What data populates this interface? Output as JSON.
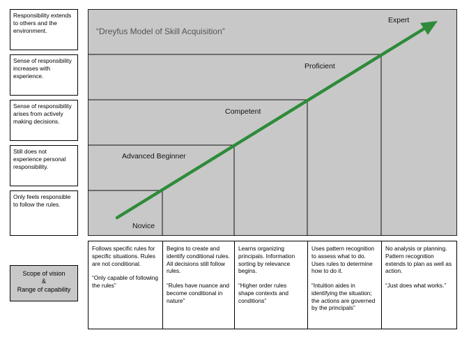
{
  "title": "“Dreyfus Model of Skill Acquisition”",
  "left_labels": [
    "Responsibility extends to others and the environment.",
    "Sense of responsibility increases with experience.",
    "Sense of responsibility arises from actively making decisions.",
    "Still does not experience personal responsibility.",
    "Only feels responsible to follow the rules."
  ],
  "stages": [
    "Novice",
    "Advanced Beginner",
    "Competent",
    "Proficient",
    "Expert"
  ],
  "scope": {
    "line1": "Scope of vision",
    "line2": "&",
    "line3": "Range of capability"
  },
  "descriptions": [
    {
      "text": "Follows specific rules for specific situations. Rules are not conditional.",
      "quote": "“Only capable of following the rules”"
    },
    {
      "text": "Begins to create and identify conditional rules. All decisions still follow rules.",
      "quote": "“Rules have nuance and become conditional in nature”"
    },
    {
      "text": "Learns organizing principals. Information sorting by relevance begins.",
      "quote": "“Higher order rules shape contexts and conditions”"
    },
    {
      "text": "Uses pattern recognition to assess what to do. Uses rules to determine how to do it.",
      "quote": "“Intuition aides in identifying the situation; the actions are governed by the principals”"
    },
    {
      "text": "No analysis or planning. Pattern recognition extends to plan as well as action.",
      "quote": "“Just does what works.”"
    }
  ],
  "colors": {
    "arrow": "#2e8b3a",
    "chart_bg": "#c8c8c8",
    "scope_bg": "#c8c8c8"
  }
}
